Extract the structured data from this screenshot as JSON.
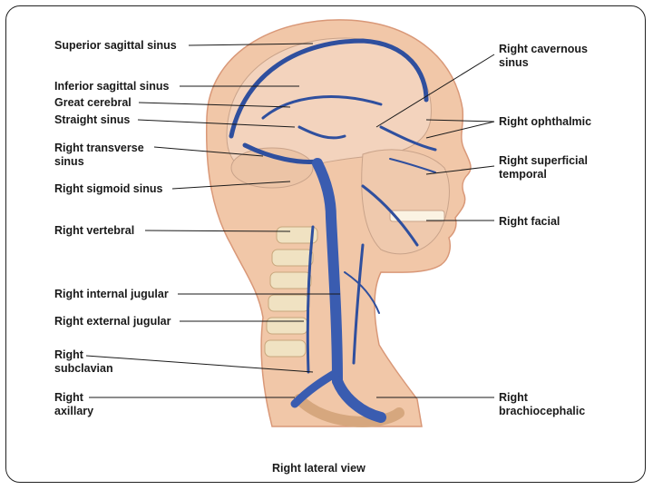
{
  "labels_left": [
    {
      "id": "superior-sagittal-sinus",
      "line1": "Superior sagittal sinus",
      "line2": ""
    },
    {
      "id": "inferior-sagittal-sinus",
      "line1": "Inferior sagittal sinus",
      "line2": ""
    },
    {
      "id": "great-cerebral",
      "line1": "Great cerebral",
      "line2": ""
    },
    {
      "id": "straight-sinus",
      "line1": "Straight sinus",
      "line2": ""
    },
    {
      "id": "right-transverse-sinus",
      "line1": "Right transverse",
      "line2": "sinus"
    },
    {
      "id": "right-sigmoid-sinus",
      "line1": "Right sigmoid sinus",
      "line2": ""
    },
    {
      "id": "right-vertebral",
      "line1": "Right vertebral",
      "line2": ""
    },
    {
      "id": "right-internal-jugular",
      "line1": "Right internal jugular",
      "line2": ""
    },
    {
      "id": "right-external-jugular",
      "line1": "Right external jugular",
      "line2": ""
    },
    {
      "id": "right-subclavian",
      "line1": "Right",
      "line2": "subclavian"
    },
    {
      "id": "right-axillary",
      "line1": "Right",
      "line2": "axillary"
    }
  ],
  "labels_right": [
    {
      "id": "right-cavernous-sinus",
      "line1": "Right cavernous",
      "line2": "sinus"
    },
    {
      "id": "right-ophthalmic",
      "line1": "Right ophthalmic",
      "line2": ""
    },
    {
      "id": "right-superficial-temporal",
      "line1": "Right superficial",
      "line2": "temporal"
    },
    {
      "id": "right-facial",
      "line1": "Right facial",
      "line2": ""
    },
    {
      "id": "right-brachiocephalic",
      "line1": "Right",
      "line2": "brachiocephalic"
    }
  ],
  "caption": "Right lateral view",
  "colors": {
    "skin": "#f1c7a8",
    "skin_dark": "#e4a888",
    "brain": "#f3d3bd",
    "vein": "#2f4f9e",
    "vein_light": "#6d86c6",
    "bone": "#f0e2c2",
    "leader": "#1a1a1a"
  }
}
